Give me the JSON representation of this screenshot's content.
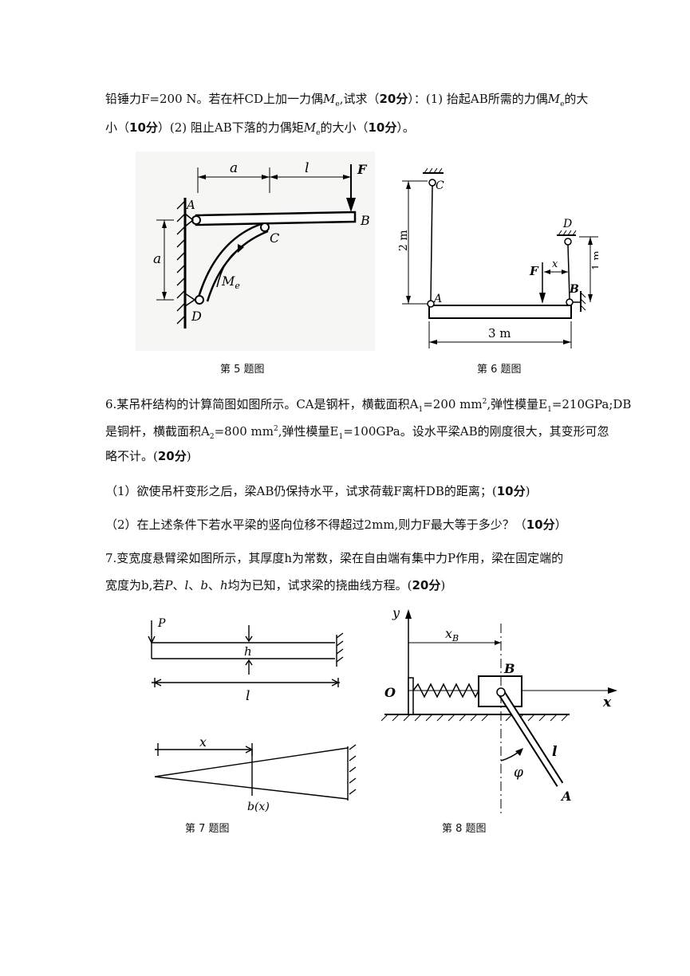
{
  "q5": {
    "l1_a": "铅锤力F=200 N。若在杆CD上加一力偶",
    "l1_b": "M",
    "l1_c": "e",
    "l1_d": ",试求（",
    "l1_e": "20分",
    "l1_f": "）：(1) 抬起AB所需的力偶",
    "l1_g": "M",
    "l1_h": "e",
    "l1_i": "的大",
    "l2_a": "小（",
    "l2_b": "10分",
    "l2_c": "）(2) 阻止AB下落的力偶矩",
    "l2_d": "M",
    "l2_e": "e",
    "l2_f": "的大小（",
    "l2_g": "10分",
    "l2_h": "）。"
  },
  "fig5": {
    "caption": "第 5 题图",
    "labels": {
      "a_top": "a",
      "l_top": "l",
      "F": "F",
      "A": "A",
      "B": "B",
      "C": "C",
      "D": "D",
      "a_side": "a",
      "Me": "M",
      "Me_sub": "e"
    }
  },
  "fig6": {
    "caption": "第 6 题图",
    "labels": {
      "C": "C",
      "D": "D",
      "A": "A",
      "B": "B",
      "F": "F",
      "x": "x",
      "len2": "2 m",
      "len1": "1 m",
      "len3": "3 m"
    }
  },
  "q6": {
    "l1_a": "6.某吊杆结构的计算简图如图所示。CA是钢杆，横截面积A",
    "l1_b": "1",
    "l1_c": "=200 mm",
    "l1_d": "2",
    "l1_e": ",弹性模量E",
    "l1_f": "1",
    "l1_g": "=210GPa;DB",
    "l2_a": "是铜杆，横截面积A",
    "l2_b": "2",
    "l2_c": "=800 mm",
    "l2_d": "2",
    "l2_e": ",弹性模量E",
    "l2_f": "1",
    "l2_g": "=100GPa。设水平梁AB的刚度很大，其变形可忽",
    "l3_a": "略不计。(",
    "l3_b": "20分",
    "l3_c": ")",
    "s1_a": "（1）欲使吊杆变形之后，梁AB仍保持水平，试求荷载F离杆DB的距离；(",
    "s1_b": "10分",
    "s1_c": ")",
    "s2_a": "（2）在上述条件下若水平梁的竖向位移不得超过2mm,则力F最大等于多少？（",
    "s2_b": "10分",
    "s2_c": "）"
  },
  "q7": {
    "l1": "7.变宽度悬臂梁如图所示，其厚度h为常数，梁在自由端有集中力P作用，梁在固定端的",
    "l2_a": "宽度为b,若",
    "l2_b": "P",
    "l2_c": "、",
    "l2_d": "l",
    "l2_e": "、",
    "l2_f": "b",
    "l2_g": "、",
    "l2_h": "h",
    "l2_i": "均为已知，试求梁的挠曲线方程。(",
    "l2_j": "20分",
    "l2_k": ")"
  },
  "fig7": {
    "caption": "第 7 题图",
    "labels": {
      "P": "P",
      "h": "h",
      "l": "l",
      "x": "x",
      "bx": "b(x)"
    }
  },
  "fig8": {
    "caption": "第 8 题图",
    "labels": {
      "y": "y",
      "x": "x",
      "O": "O",
      "B": "B",
      "xB": "x",
      "xB_sub": "B",
      "l": "l",
      "phi": "φ",
      "A": "A"
    }
  }
}
